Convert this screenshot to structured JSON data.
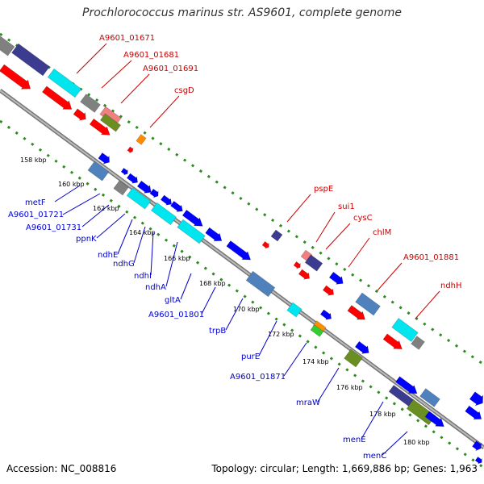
{
  "title": "Prochlorococcus marinus str. AS9601, complete genome",
  "accession": "Accession: NC_008816",
  "topology": "Topology: circular; Length: 1,669,886 bp; Genes: 1,963",
  "colors": {
    "red_label": "#cc0000",
    "blue_label": "#0000cc",
    "red_gene": "#ff0000",
    "blue_gene": "#0000ff",
    "cyan_gene": "#00e5ee",
    "steel_gene": "#4f81bd",
    "navy_gene": "#3b3b8f",
    "grey_gene": "#808080",
    "olive_gene": "#6b8e23",
    "pink_gene": "#f08080",
    "orange_gene": "#ff8c00",
    "green_gene": "#32cd32",
    "backbone": "#888888",
    "tick_green": "#2e8b20"
  },
  "ticks": [
    "158 kbp",
    "160 kbp",
    "162 kbp",
    "164 kbp",
    "166 kbp",
    "168 kbp",
    "170 kbp",
    "172 kbp",
    "174 kbp",
    "176 kbp",
    "178 kbp",
    "180 kbp"
  ],
  "labels_top": [
    "A9601_01671",
    "A9601_01681",
    "A9601_01691",
    "csgD",
    "pspE",
    "sui1",
    "cysC",
    "chlM",
    "A9601_01881",
    "ndhH"
  ],
  "labels_bottom": [
    "metF",
    "A9601_01721",
    "A9601_01731",
    "ppnK",
    "ndhE",
    "ndhG",
    "ndhI",
    "ndhA",
    "gltA",
    "A9601_01801",
    "trpB",
    "purE",
    "A9601_01871",
    "mraW",
    "menE",
    "menC"
  ]
}
